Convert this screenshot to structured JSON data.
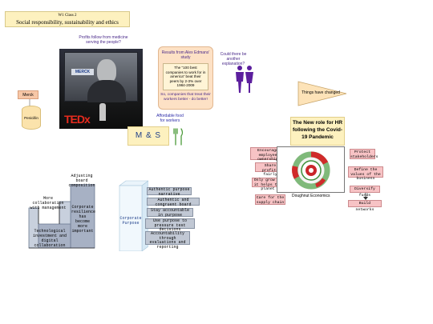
{
  "header": {
    "subtitle": "W1 Class 2",
    "title": "Social responsibility, sustainability and ethics"
  },
  "notes": {
    "profits_medicine": "Profits follow from medicine serving the people?",
    "explanation": "Could there be another explanation?",
    "affordable_food": "Affordable food for workers"
  },
  "photo": {
    "logo": "MERCK",
    "ted": "TEDx"
  },
  "left_column": {
    "merck": "Merck",
    "penicillin": "Penicillin"
  },
  "alex": {
    "header": "Results from Alex Edmans' study",
    "quote": "The \"100 best companies to work for in america\" beat their peers by 2-3% over 1984-2009",
    "conclusion": "So, companies that treat their workers better - do better!"
  },
  "ms": {
    "label": "M & S"
  },
  "right": {
    "things_changed": "Things have changed",
    "hr_title": "The New role for HR following the Covid-19 Pandemic",
    "left_items": [
      "Encourage employee ownership",
      "Share profits fairly",
      "Only grow if it helps the planet",
      "Care for the supply chain"
    ],
    "right_items": [
      "Protect stakeholders",
      "Define the values of the business",
      "Diversify funds",
      "Build networks"
    ],
    "donut_caption": "Doughnut Economics"
  },
  "stairs": {
    "top": "Adjusting board composition",
    "middle": "More collaboration with management",
    "right_bar": "Corporate resilience has become more important",
    "bottom": "Technological investment and digital collaboration"
  },
  "purpose": {
    "label": "Corporate Purpose",
    "items": [
      "Authentic purpose narrative",
      "Authentic and congruent board",
      "Stay accountable in purpose",
      "Use purpose to pressure test decisions",
      "Accountability through evaluations and reporting"
    ]
  },
  "colors": {
    "accent_pink": "#f7c3c5",
    "highlight_yellow": "#fdf1bf",
    "note_purple": "#4a2a8a",
    "figure_purple": "#5c1f9e"
  }
}
